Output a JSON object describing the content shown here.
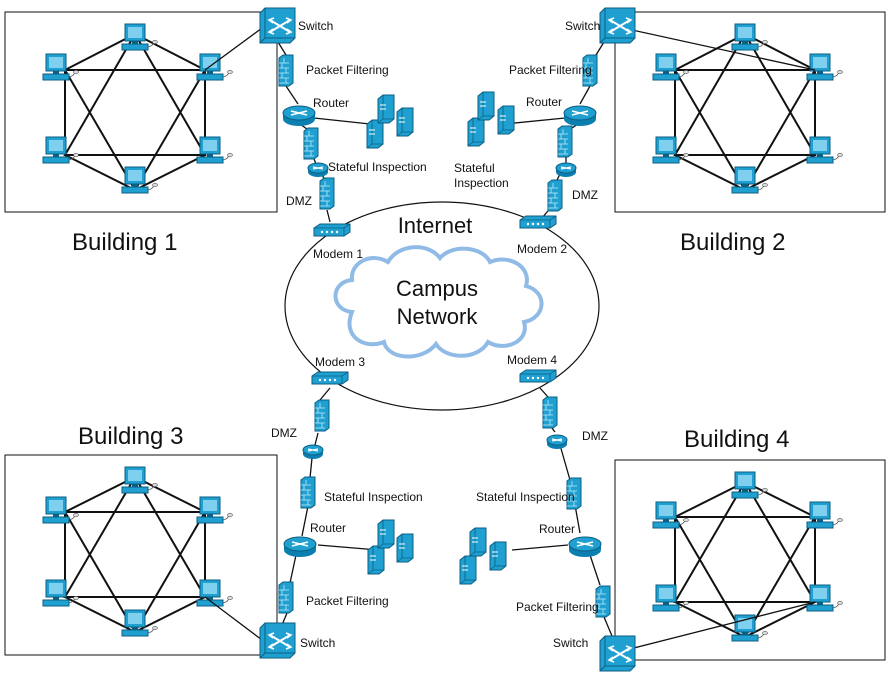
{
  "diagram": {
    "internet_label": "Internet",
    "cloud_label_line1": "Campus",
    "cloud_label_line2": "Network",
    "colors": {
      "device_fill": "#1fa0d0",
      "device_stroke": "#0b5f82",
      "line": "#111111",
      "cloud_stroke": "#6fa8dc"
    },
    "buildings": [
      {
        "label": "Building 1",
        "switch": "Switch",
        "packet": "Packet Filtering",
        "router": "Router",
        "stateful": "Stateful Inspection",
        "dmz": "DMZ",
        "modem": "Modem 1"
      },
      {
        "label": "Building 2",
        "switch": "Switch",
        "packet": "Packet Filtering",
        "router": "Router",
        "stateful": "Stateful Inspection",
        "dmz": "DMZ",
        "modem": "Modem 2"
      },
      {
        "label": "Building 3",
        "switch": "Switch",
        "packet": "Packet Filtering",
        "router": "Router",
        "stateful": "Stateful Inspection",
        "dmz": "DMZ",
        "modem": "Modem 3"
      },
      {
        "label": "Building 4",
        "switch": "Switch",
        "packet": "Packet Filtering",
        "router": "Router",
        "stateful": "Stateful Inspection",
        "dmz": "DMZ",
        "modem": "Modem 4"
      }
    ],
    "icons": [
      "switch-icon",
      "firewall-icon",
      "router-icon",
      "server-icon",
      "modem-icon",
      "computer-icon",
      "cloud-icon"
    ]
  }
}
